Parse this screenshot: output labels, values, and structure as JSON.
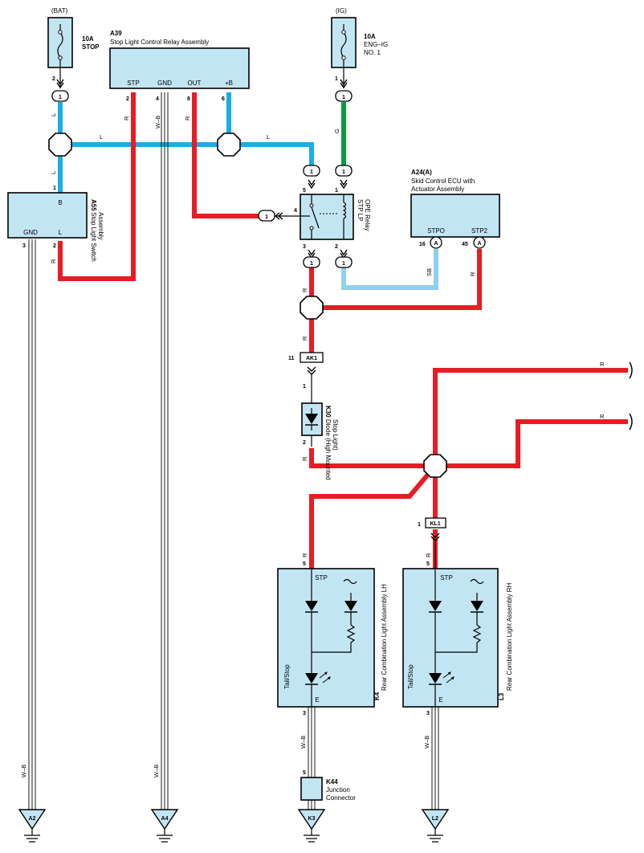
{
  "supplies": {
    "bat": {
      "label": "(BAT)",
      "rating": "10A",
      "name": "STOP",
      "pin": "2"
    },
    "ig": {
      "label": "(IG)",
      "rating": "10A",
      "name1": "ENG–IG",
      "name2": "NO. 1",
      "pin": "1"
    }
  },
  "relay_a39": {
    "code": "A39",
    "name": "Stop Light Control Relay Assembly",
    "terminals": [
      "STP",
      "GND",
      "OUT",
      "+B"
    ],
    "pins": [
      "2",
      "4",
      "8",
      "6"
    ]
  },
  "switch_a55": {
    "code": "A55",
    "name1": "Stop Light Switch",
    "name2": "Assembly",
    "term_b": "B",
    "term_gnd": "GND",
    "term_l": "L",
    "pin_b": "1",
    "pin_gnd": "3",
    "pin_l": "2"
  },
  "ope_relay": {
    "name1": "STP LP",
    "name2": "OPE Relay",
    "pins": {
      "p5": "5",
      "p1": "1",
      "p4": "4",
      "p3": "3",
      "p2": "2"
    }
  },
  "ecu_a24": {
    "code": "A24(A)",
    "name1": "Skid Control ECU with",
    "name2": "Actuator Assembly",
    "t1": "STPO",
    "t2": "STP2",
    "pin1": "16",
    "pin2": "45"
  },
  "diode_k30": {
    "code": "K30",
    "name1": "Diode (High Mounted",
    "name2": "Stop Light)",
    "pin_top": "1",
    "pin_bottom": "2"
  },
  "junctions": {
    "ak1": {
      "label": "AK1",
      "pin": "11"
    },
    "kl1": {
      "label": "KL1",
      "pin": "1"
    }
  },
  "lamp_k4": {
    "code": "K4",
    "name": "Rear Combination Light Assembly LH",
    "stp": "STP",
    "e": "E",
    "tail": "Tail/Stop",
    "pin_top": "5",
    "pin_bottom": "3"
  },
  "lamp_l3": {
    "code": "L3",
    "name": "Rear Combination Light Assembly RH",
    "stp": "STP",
    "e": "E",
    "tail": "Tail/Stop",
    "pin_top": "5",
    "pin_bottom": "3"
  },
  "junction_k44": {
    "code": "K44",
    "name1": "Junction",
    "name2": "Connector",
    "pin": "5"
  },
  "wire_labels": {
    "l": "L",
    "r": "R",
    "g": "G",
    "sb": "SB",
    "wb": "W–B"
  },
  "inline_connector_pin": "1",
  "inline_pin_a": "A",
  "grounds": [
    "A2",
    "A4",
    "K3",
    "L2"
  ],
  "colors": {
    "blue_wire": "#19aee6",
    "red_wire": "#e81c24",
    "green_wire": "#0c9a3c",
    "light_blue_wire": "#8ed0ee",
    "component_fill": "#c2e5f3"
  }
}
